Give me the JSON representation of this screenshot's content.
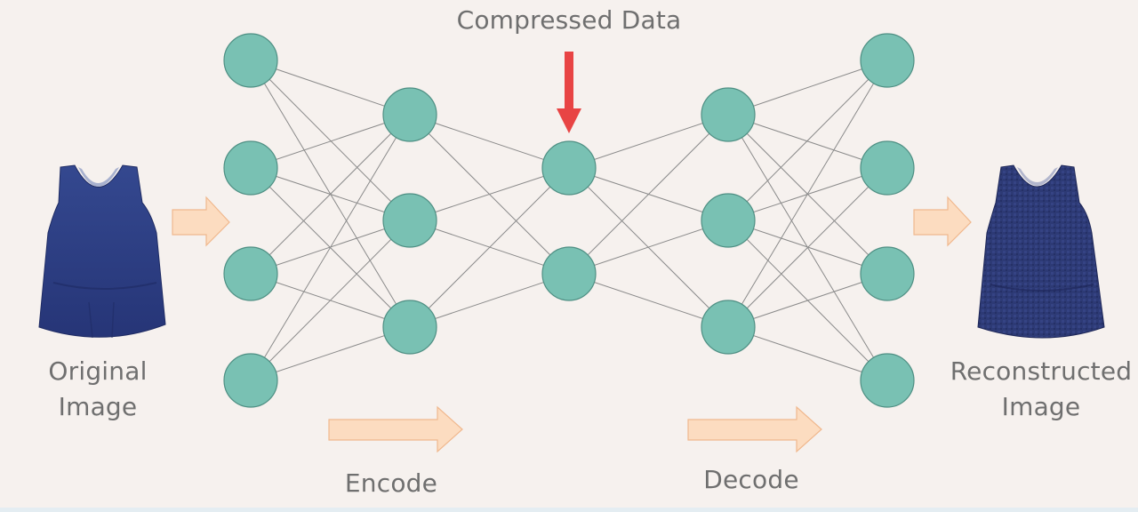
{
  "labels": {
    "compressed": "Compressed Data",
    "original_line1": "Original",
    "original_line2": "Image",
    "reconstructed_line1": "Reconstructed",
    "reconstructed_line2": "Image",
    "encode": "Encode",
    "decode": "Decode"
  },
  "network": {
    "layer_sizes": [
      4,
      3,
      2,
      3,
      4
    ],
    "fully_connected": true
  },
  "colors": {
    "background": "#f6f1ee",
    "node_fill": "#79c1b3",
    "node_stroke": "#4e8f83",
    "edge": "#8a8a8a",
    "arrow_fill": "#fcdcc0",
    "arrow_stroke": "#f0b88e",
    "pointer_arrow": "#e84444",
    "tank_top_original": "#2c3d83",
    "tank_top_reconstructed": "#2d3a75",
    "text": "#6f6f6f"
  },
  "icons": {
    "original_image": "tank-top-icon",
    "reconstructed_image": "tank-top-icon"
  }
}
